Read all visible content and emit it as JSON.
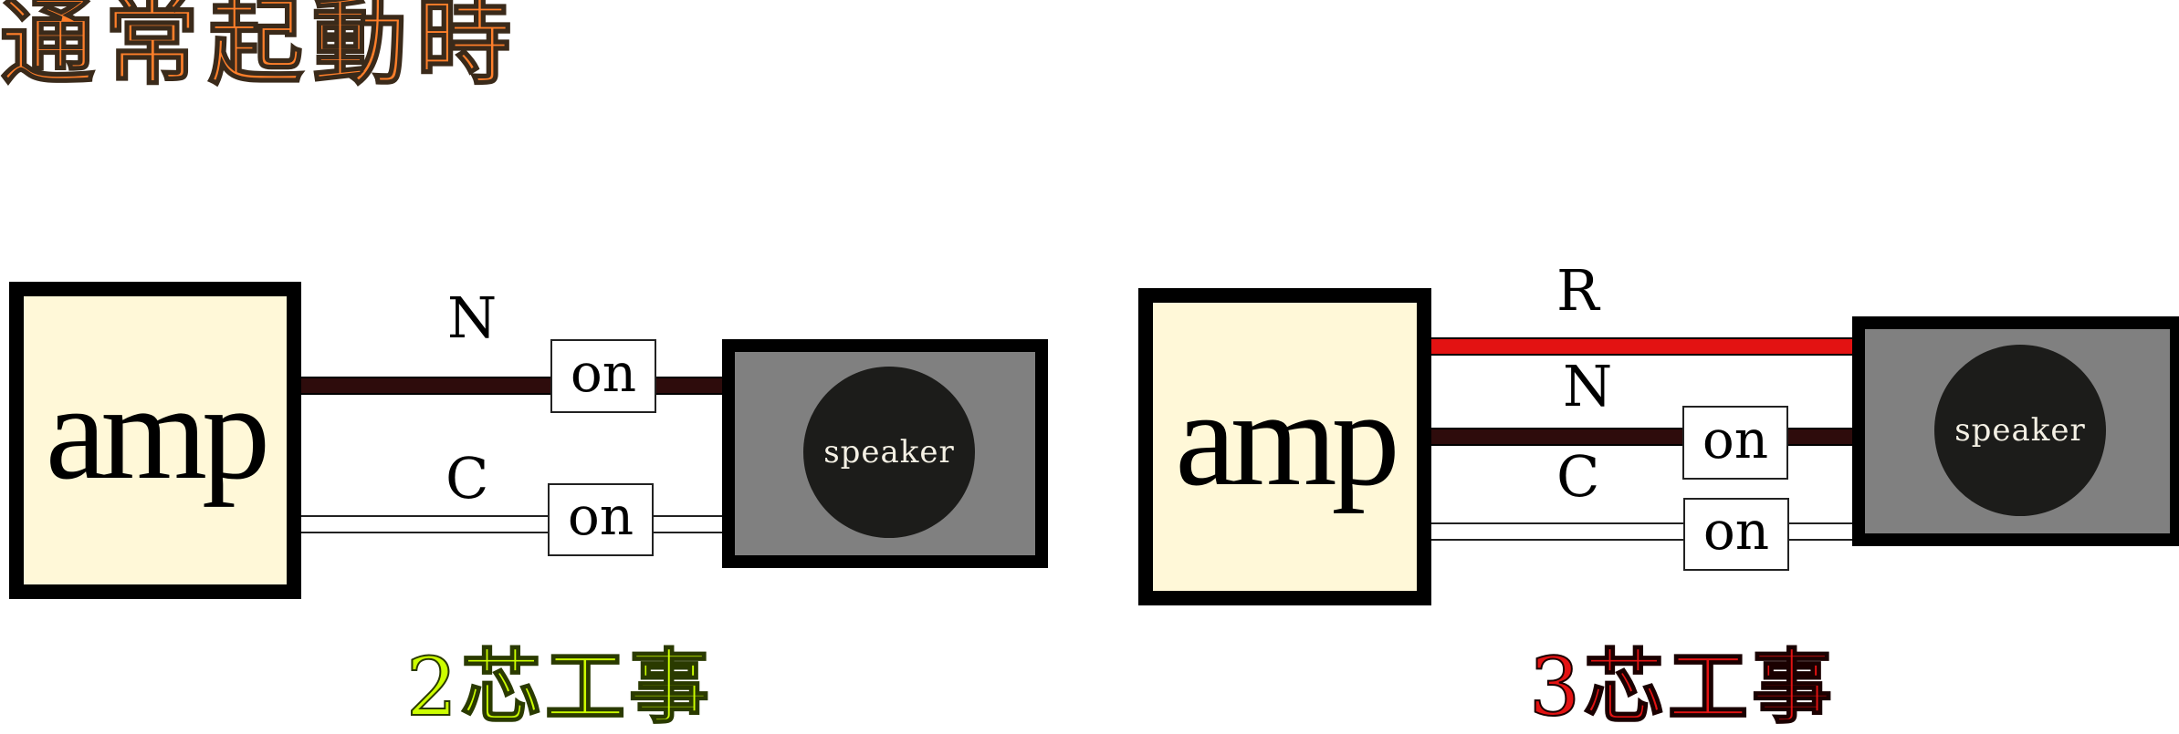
{
  "title": "通常起動時",
  "colors": {
    "title": "#ff7f2a",
    "amp_fill": "#fff8d8",
    "speaker_fill": "#808080",
    "speaker_cone": "#1c1c1a",
    "wire_N": "#2e0c0c",
    "wire_R": "#e31212",
    "wire_C": "#ffffff",
    "caption_2": "#ccff00",
    "caption_3": "#e31212"
  },
  "diagrams": [
    {
      "id": "two-core",
      "amp_label": "amp",
      "speaker_label": "speaker",
      "wires": [
        {
          "label": "N",
          "color": "brown",
          "switch": "on"
        },
        {
          "label": "C",
          "color": "white",
          "switch": "on"
        }
      ],
      "caption_number": "2",
      "caption_text": "芯工事"
    },
    {
      "id": "three-core",
      "amp_label": "amp",
      "speaker_label": "speaker",
      "wires": [
        {
          "label": "R",
          "color": "red",
          "switch": null
        },
        {
          "label": "N",
          "color": "brown",
          "switch": "on"
        },
        {
          "label": "C",
          "color": "white",
          "switch": "on"
        }
      ],
      "caption_number": "3",
      "caption_text": "芯工事"
    }
  ]
}
